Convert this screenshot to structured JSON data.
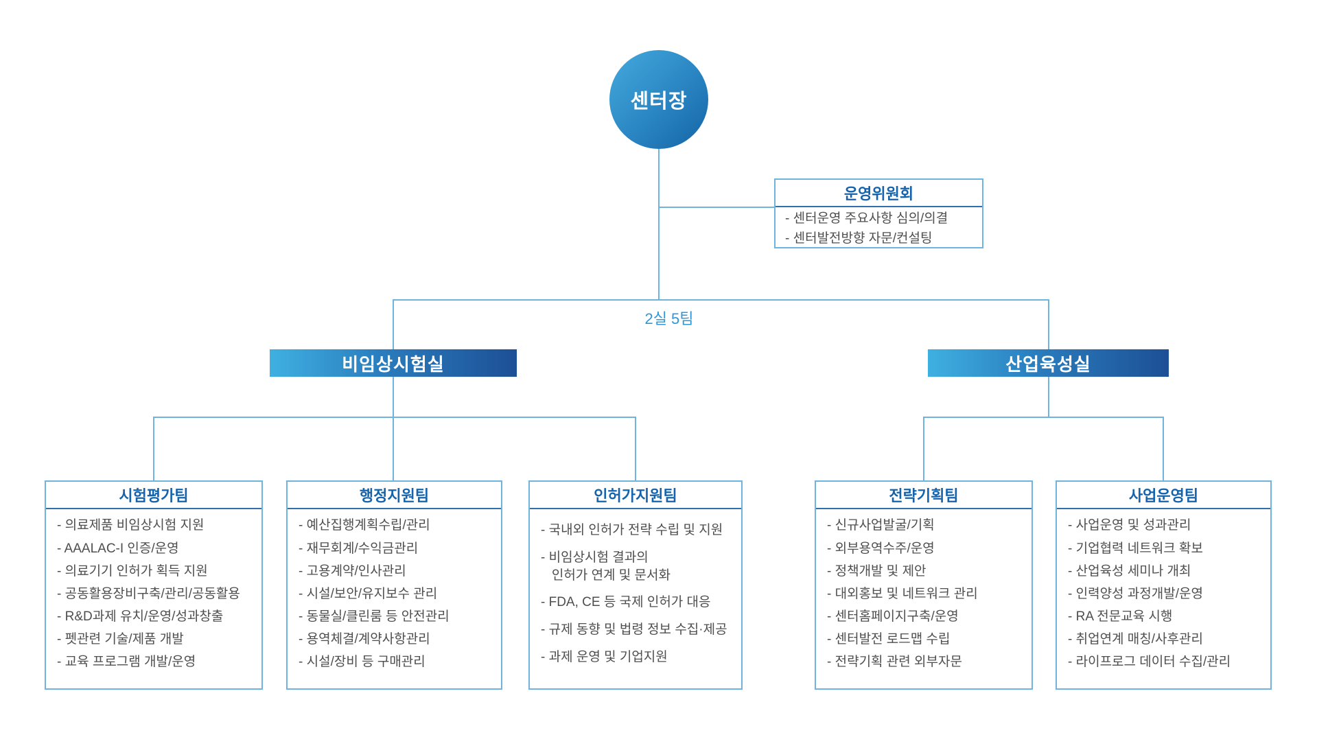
{
  "root": {
    "label": "센터장"
  },
  "committee": {
    "title": "운영위원회",
    "items": [
      "- 센터운영 주요사항 심의/의결",
      "- 센터발전방향 자문/컨설팅"
    ]
  },
  "branch_label": "2실 5팀",
  "divisions": [
    {
      "name": "비임상시험실"
    },
    {
      "name": "산업육성실"
    }
  ],
  "teams": [
    {
      "name": "시험평가팀",
      "items": [
        "- 의료제품 비임상시험 지원",
        "- AAALAC-I 인증/운영",
        "- 의료기기 인허가 획득 지원",
        "- 공동활용장비구축/관리/공동활용",
        "- R&D과제 유치/운영/성과창출",
        "- 펫관련 기술/제품 개발",
        "- 교육 프로그램 개발/운영"
      ]
    },
    {
      "name": "행정지원팀",
      "items": [
        "- 예산집행계획수립/관리",
        "- 재무회계/수익금관리",
        "- 고용계약/인사관리",
        "- 시설/보안/유지보수 관리",
        "- 동물실/클린룸 등 안전관리",
        "- 용역체결/계약사항관리",
        "- 시설/장비 등 구매관리"
      ]
    },
    {
      "name": "인허가지원팀",
      "items": [
        "- 국내외 인허가 전략 수립 및 지원",
        "- 비임상시험 결과의\n   인허가 연계 및 문서화",
        "- FDA, CE 등 국제 인허가 대응",
        "- 규제 동향 및 법령 정보 수집·제공",
        "- 과제 운영 및 기업지원"
      ]
    },
    {
      "name": "전략기획팀",
      "items": [
        "- 신규사업발굴/기획",
        "- 외부용역수주/운영",
        "- 정책개발 및 제안",
        "- 대외홍보 및 네트워크 관리",
        "- 센터홈페이지구축/운영",
        "- 센터발전 로드맵 수립",
        "- 전략기획 관련 외부자문"
      ]
    },
    {
      "name": "사업운영팀",
      "items": [
        "- 사업운영 및 성과관리",
        "- 기업협력 네트워크 확보",
        "- 산업육성 세미나 개최",
        "- 인력양성 과정개발/운영",
        "- RA 전문교육 시행",
        "- 취업연계 매칭/사후관리",
        "- 라이프로그 데이터 수집/관리"
      ]
    }
  ],
  "colors": {
    "header_text_blue": "#1563ac",
    "connector_blue": "#6fb3df",
    "divider_blue": "#2e6fae",
    "label_blue": "#2f97d5",
    "item_text_gray": "#4e4e4e",
    "bar_gradient_start": "#3fb0e2",
    "bar_gradient_end": "#1d4f96",
    "circle_gradient_start": "#44aadd",
    "circle_gradient_end": "#1564a6"
  }
}
